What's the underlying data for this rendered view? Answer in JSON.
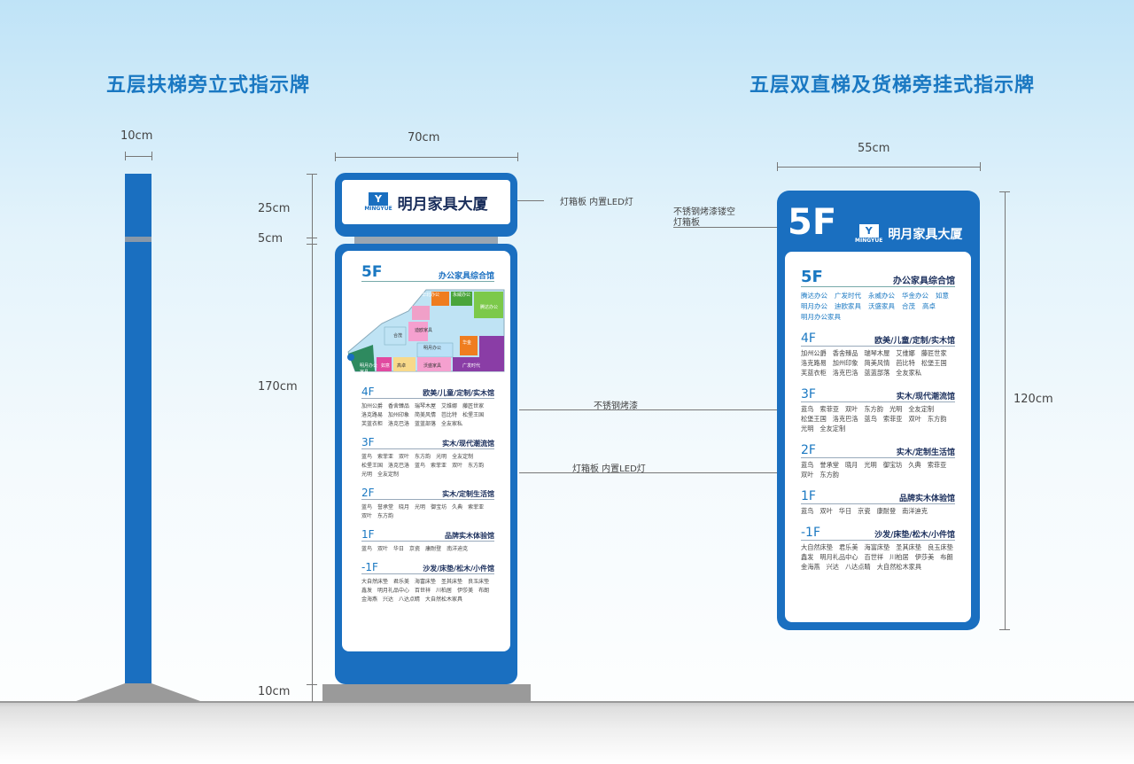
{
  "titles": {
    "left": "五层扶梯旁立式指示牌",
    "right": "五层双直梯及货梯旁挂式指示牌"
  },
  "dimensions": {
    "pillar_width": "10cm",
    "left_sign_width": "70cm",
    "left_top": "25cm",
    "left_gap": "5cm",
    "left_body": "170cm",
    "left_base": "10cm",
    "right_width": "55cm",
    "right_height": "120cm"
  },
  "annotations": {
    "lightbox_top": "灯箱板 内置LED灯",
    "stainless_paint": "不锈钢烤漆",
    "lightbox_body": "灯箱板 内置LED灯",
    "stainless_hollow_line1": "不锈钢烤漆镂空",
    "stainless_hollow_line2": "灯箱板"
  },
  "brand": {
    "logo_mark": "Y",
    "logo_text": "MINGYUE",
    "name": "明月家具大厦"
  },
  "map_labels": [
    "华北办公",
    "永威办公",
    "腾达办公",
    "明月办公家具",
    "合茂",
    "迪欧家具",
    "明月办公",
    "华金",
    "沃盛家具",
    "广发时代",
    "如意",
    "高卓"
  ],
  "directory": {
    "top_floor": "5F",
    "top_title": "办公家具综合馆",
    "top_tenants": [
      "腾达办公",
      "广发时代",
      "永威办公",
      "华金办公",
      "如意",
      "明月办公",
      "迪欧家具",
      "沃盛家具",
      "合茂",
      "高卓",
      "明月办公家具"
    ],
    "floors": [
      {
        "code": "4F",
        "title": "欧美/儿童/定制/实木馆",
        "tenants": [
          "加州公爵",
          "香舍臻品",
          "瑞琴木屋",
          "艾维娜",
          "藤匠世家",
          "洛克路易",
          "加州印象",
          "简美风情",
          "芭比特",
          "松堡王国",
          "芙蓝衣柜",
          "洛克巴洛",
          "蓝蓝部落",
          "全友家私"
        ]
      },
      {
        "code": "3F",
        "title": "实木/现代潮流馆",
        "tenants": [
          "蓝鸟",
          "索菲亚",
          "双叶",
          "东方韵",
          "光明",
          "全友定制",
          "松堡王国",
          "洛克巴洛",
          "蓝鸟",
          "索菲亚",
          "双叶",
          "东方韵",
          "光明",
          "全友定制"
        ]
      },
      {
        "code": "2F",
        "title": "实木/定制生活馆",
        "tenants": [
          "蓝鸟",
          "誉承堂",
          "晓月",
          "光明",
          "御宝坊",
          "久典",
          "索菲亚",
          "双叶",
          "东方韵"
        ]
      },
      {
        "code": "1F",
        "title": "品牌实木体验馆",
        "tenants": [
          "蓝鸟",
          "双叶",
          "华日",
          "京瓷",
          "康耐登",
          "南洋迪克"
        ]
      },
      {
        "code": "-1F",
        "title": "沙发/床垫/松木/小件馆",
        "tenants": [
          "大自然床垫",
          "君乐美",
          "海富床垫",
          "圣其床垫",
          "良玉床垫",
          "鑫发",
          "明月礼品中心",
          "百世祥",
          "川柏居",
          "伊莎美",
          "布朗",
          "金海燕",
          "兴达",
          "八达点睛",
          "大自然松木家具"
        ]
      }
    ]
  },
  "colors": {
    "frame_blue": "#1a6fc0",
    "heading_blue": "#1a78c2",
    "base_gray": "#9a9a9a"
  }
}
